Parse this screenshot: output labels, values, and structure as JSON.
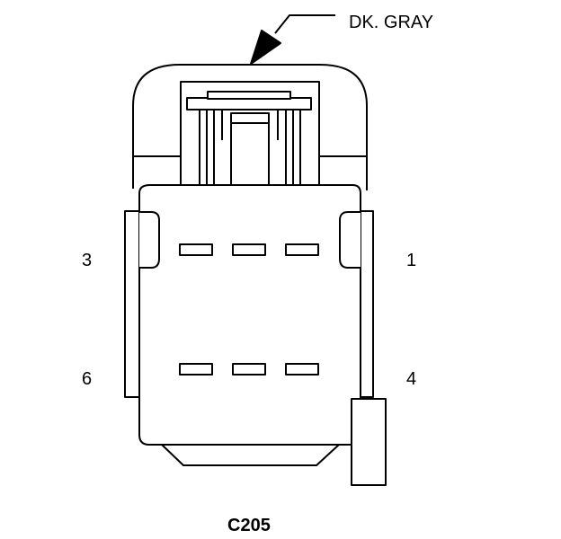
{
  "diagram": {
    "color_label": "DK. GRAY",
    "connector_id": "C205",
    "pins": {
      "top_left": "3",
      "top_right": "1",
      "bottom_left": "6",
      "bottom_right": "4"
    },
    "colors": {
      "stroke": "#000000",
      "fill": "#ffffff"
    }
  }
}
